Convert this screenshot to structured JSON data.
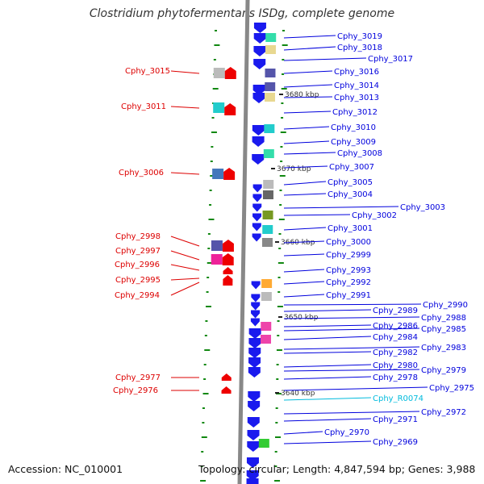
{
  "title": "Clostridium phytofermentans ISDg, complete genome",
  "footer": {
    "accession": "Accession: NC_010001",
    "topology": "Topology: circular; Length: 4,847,594 bp; Genes: 3,988"
  },
  "colors": {
    "backbone": "#888888",
    "forward_label": "#0000dd",
    "reverse_label": "#dd0000",
    "rna_label": "#00bbdd",
    "tick": "#118811",
    "ruler_text": "#333333"
  },
  "ruler": [
    "3680 kbp",
    "3670 kbp",
    "3660 kbp",
    "3650 kbp",
    "3640 kbp"
  ],
  "forward_genes": [
    {
      "label": "Cphy_3019",
      "bar": "aquamarine"
    },
    {
      "label": "Cphy_3018",
      "bar": "khaki"
    },
    {
      "label": "Cphy_3017",
      "bar": "none"
    },
    {
      "label": "Cphy_3016",
      "bar": "slate-blue"
    },
    {
      "label": "Cphy_3014",
      "bar": "slate-blue"
    },
    {
      "label": "Cphy_3013",
      "bar": "khaki"
    },
    {
      "label": "Cphy_3012",
      "bar": "none"
    },
    {
      "label": "Cphy_3010",
      "bar": "turquoise"
    },
    {
      "label": "Cphy_3009",
      "bar": "none"
    },
    {
      "label": "Cphy_3008",
      "bar": "aquamarine"
    },
    {
      "label": "Cphy_3007",
      "bar": "none"
    },
    {
      "label": "Cphy_3005",
      "bar": "light-gray"
    },
    {
      "label": "Cphy_3004",
      "bar": "dark-gray"
    },
    {
      "label": "Cphy_3003",
      "bar": "none"
    },
    {
      "label": "Cphy_3002",
      "bar": "olive"
    },
    {
      "label": "Cphy_3001",
      "bar": "turquoise"
    },
    {
      "label": "Cphy_3000",
      "bar": "gray"
    },
    {
      "label": "Cphy_2999",
      "bar": "none"
    },
    {
      "label": "Cphy_2993",
      "bar": "none"
    },
    {
      "label": "Cphy_2992",
      "bar": "orange"
    },
    {
      "label": "Cphy_2991",
      "bar": "light-gray"
    },
    {
      "label": "Cphy_2990",
      "bar": "none"
    },
    {
      "label": "Cphy_2989",
      "bar": "none"
    },
    {
      "label": "Cphy_2988",
      "bar": "none"
    },
    {
      "label": "Cphy_2986",
      "bar": "pink"
    },
    {
      "label": "Cphy_2985",
      "bar": "none"
    },
    {
      "label": "Cphy_2984",
      "bar": "pink"
    },
    {
      "label": "Cphy_2983",
      "bar": "none"
    },
    {
      "label": "Cphy_2982",
      "bar": "none"
    },
    {
      "label": "Cphy_2980",
      "bar": "none"
    },
    {
      "label": "Cphy_2979",
      "bar": "none"
    },
    {
      "label": "Cphy_2978",
      "bar": "none"
    },
    {
      "label": "Cphy_2975",
      "bar": "none"
    },
    {
      "label": "Cphy_R0074",
      "bar": "none",
      "rna": true
    },
    {
      "label": "Cphy_2972",
      "bar": "none"
    },
    {
      "label": "Cphy_2971",
      "bar": "none"
    },
    {
      "label": "Cphy_2970",
      "bar": "none"
    },
    {
      "label": "Cphy_2969",
      "bar": "green"
    }
  ],
  "reverse_genes": [
    {
      "label": "Cphy_3015",
      "bar": "light-gray"
    },
    {
      "label": "Cphy_3011",
      "bar": "turquoise"
    },
    {
      "label": "Cphy_3006",
      "bar": "steel-blue"
    },
    {
      "label": "Cphy_2998",
      "bar": "slate-blue"
    },
    {
      "label": "Cphy_2997",
      "bar": "magenta"
    },
    {
      "label": "Cphy_2996",
      "bar": "none"
    },
    {
      "label": "Cphy_2995",
      "bar": "none"
    },
    {
      "label": "Cphy_2994",
      "bar": "none"
    },
    {
      "label": "Cphy_2977",
      "bar": "none"
    },
    {
      "label": "Cphy_2976",
      "bar": "none"
    }
  ]
}
